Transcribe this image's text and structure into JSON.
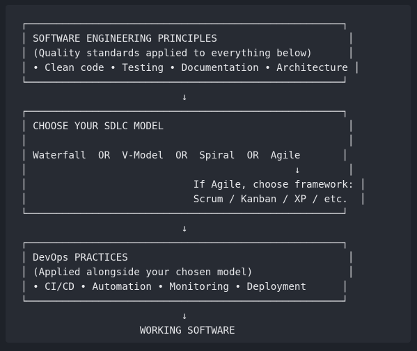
{
  "diagram": {
    "lines": [
      "┌─────────────────────────────────────────────────────┐",
      "│ SOFTWARE ENGINEERING PRINCIPLES                      │",
      "│ (Quality standards applied to everything below)      │",
      "│ • Clean code • Testing • Documentation • Architecture │",
      "└─────────────────────────────────────────────────────┘",
      "                           ↓",
      "┌─────────────────────────────────────────────────────┐",
      "│ CHOOSE YOUR SDLC MODEL                               │",
      "│                                                      │",
      "│ Waterfall  OR  V-Model  OR  Spiral  OR  Agile       │",
      "│                                             ↓        │",
      "│                            If Agile, choose framework: │",
      "│                            Scrum / Kanban / XP / etc.  │",
      "└─────────────────────────────────────────────────────┘",
      "                           ↓",
      "┌─────────────────────────────────────────────────────┐",
      "│ DevOps PRACTICES                                     │",
      "│ (Applied alongside your chosen model)                │",
      "│ • CI/CD • Automation • Monitoring • Deployment      │",
      "└─────────────────────────────────────────────────────┘",
      "                           ↓",
      "                    WORKING SOFTWARE"
    ]
  }
}
